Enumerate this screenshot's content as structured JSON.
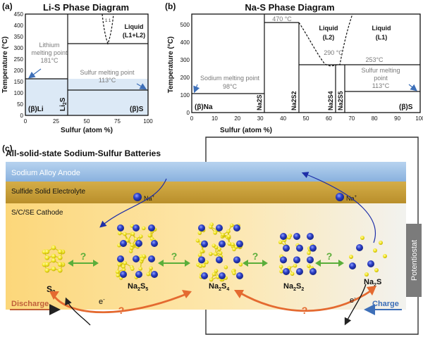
{
  "panel_a": {
    "label": "(a)",
    "title": "Li-S Phase Diagram",
    "ylabel": "Temperature (°C)",
    "xlabel": "Sulfur (atom %)",
    "xticks": [
      "0",
      "25",
      "50",
      "75",
      "100"
    ],
    "yticks": [
      "0",
      "50",
      "100",
      "150",
      "200",
      "250",
      "300",
      "350",
      "400",
      "450"
    ],
    "li_mp_1": "Lithium",
    "li_mp_2": "melting point",
    "li_mp_3": "181°C",
    "s_mp_1": "Sulfur melting point",
    "s_mp_2": "113°C",
    "liquid_1": "Liquid",
    "liquid_2": "(L1+L2)",
    "phase_li": "(β)Li",
    "phase_s": "(β)S",
    "compound_1": "Li",
    "compound_sub": "2",
    "compound_2": "S"
  },
  "panel_b": {
    "label": "(b)",
    "title": "Na-S Phase Diagram",
    "ylabel": "Temperature (°C)",
    "xlabel": "Sulfur (atom %)",
    "xticks": [
      "0",
      "10",
      "20",
      "30",
      "40",
      "50",
      "60",
      "70",
      "80",
      "90",
      "100"
    ],
    "yticks": [
      "0",
      "100",
      "200",
      "300",
      "400",
      "500"
    ],
    "t470": "470 °C",
    "t290": "290 °C",
    "t253": "253°C",
    "na_mp_1": "Sodium melting point",
    "na_mp_2": "98°C",
    "s_mp_1": "Sulfur melting",
    "s_mp_2": "point",
    "s_mp_3": "113°C",
    "liquid": "Liquid",
    "l2": "(L2)",
    "l1": "(L1)",
    "phase_na": "(β)Na",
    "phase_s": "(β)S",
    "na2s": "Na2S",
    "na2s2": "Na2S2",
    "na2s4": "Na2S4",
    "na2s5": "Na2S5"
  },
  "panel_c": {
    "label": "(c)",
    "title": "All-solid-state Sodium-Sulfur Batteries",
    "anode": "Sodium Alloy Anode",
    "electrolyte": "Sulfide Solid Electrolyte",
    "cathode": "S/C/SE Cathode",
    "potentiostat": "Potentiostat",
    "na_ion": "Na",
    "plus": "+",
    "s8": "S",
    "s8_sub": "8",
    "na2s5_a": "Na",
    "na2s5_b": "2",
    "na2s5_c": "S",
    "na2s5_d": "5",
    "na2s4_d": "4",
    "na2s2_d": "2",
    "question": "?",
    "discharge": "Discharge",
    "charge": "Charge",
    "electron": "e",
    "minus": "-"
  },
  "colors": {
    "anode": "#9cc3e8",
    "electrolyte": "#c8a13a",
    "cathode": "#fde6a8",
    "sodium": "#1e2fa8",
    "sulfur": "#f2e418",
    "green_arrow": "#5aae3a",
    "orange_arrow": "#e46a30",
    "light_blue_region": "#deeaf6",
    "dashed_line": "#000000"
  }
}
